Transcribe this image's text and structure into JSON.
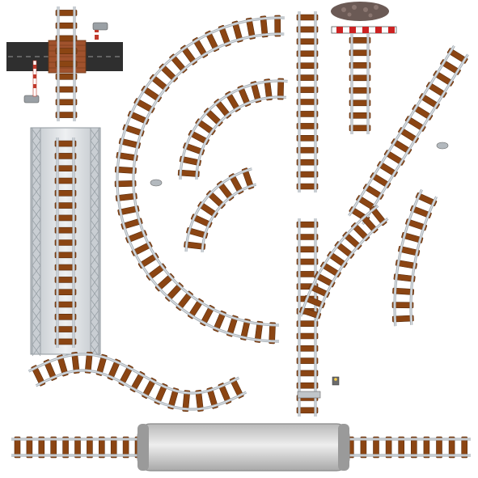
{
  "scene": {
    "background_color": "#ffffff",
    "sleeper_color": "#8b4513",
    "sleeper_edge_color": "#5a2c0c",
    "rail_color": "#a9b1b8",
    "rail_highlight_color": "#e3e7ea",
    "road_color": "#2f2f2f",
    "bridge_color": "#d4d8dc",
    "tunnel_color": "#dcdcdc",
    "gravel_color": "#6b5a55"
  },
  "pieces": [
    {
      "name": "straight-track-top-left",
      "kind": "straight"
    },
    {
      "name": "level-crossing",
      "kind": "road-crossing"
    },
    {
      "name": "bridge-track",
      "kind": "bridge"
    },
    {
      "name": "large-curve-track",
      "kind": "curve"
    },
    {
      "name": "medium-curve-track",
      "kind": "curve"
    },
    {
      "name": "small-curve-track",
      "kind": "curve"
    },
    {
      "name": "straight-track-center",
      "kind": "straight"
    },
    {
      "name": "buffer-stop-track",
      "kind": "buffer-stop"
    },
    {
      "name": "diagonal-straight-track",
      "kind": "straight"
    },
    {
      "name": "right-curve-track",
      "kind": "curve"
    },
    {
      "name": "turnout-switch-track",
      "kind": "switch"
    },
    {
      "name": "s-curve-track",
      "kind": "s-curve"
    },
    {
      "name": "tunnel-track",
      "kind": "tunnel"
    }
  ],
  "accessories": [
    {
      "name": "crossing-barrier",
      "icon": "barrier-gate-icon"
    },
    {
      "name": "switch-lever",
      "icon": "switch-lever-icon"
    },
    {
      "name": "railway-signal",
      "icon": "signal-icon"
    }
  ]
}
